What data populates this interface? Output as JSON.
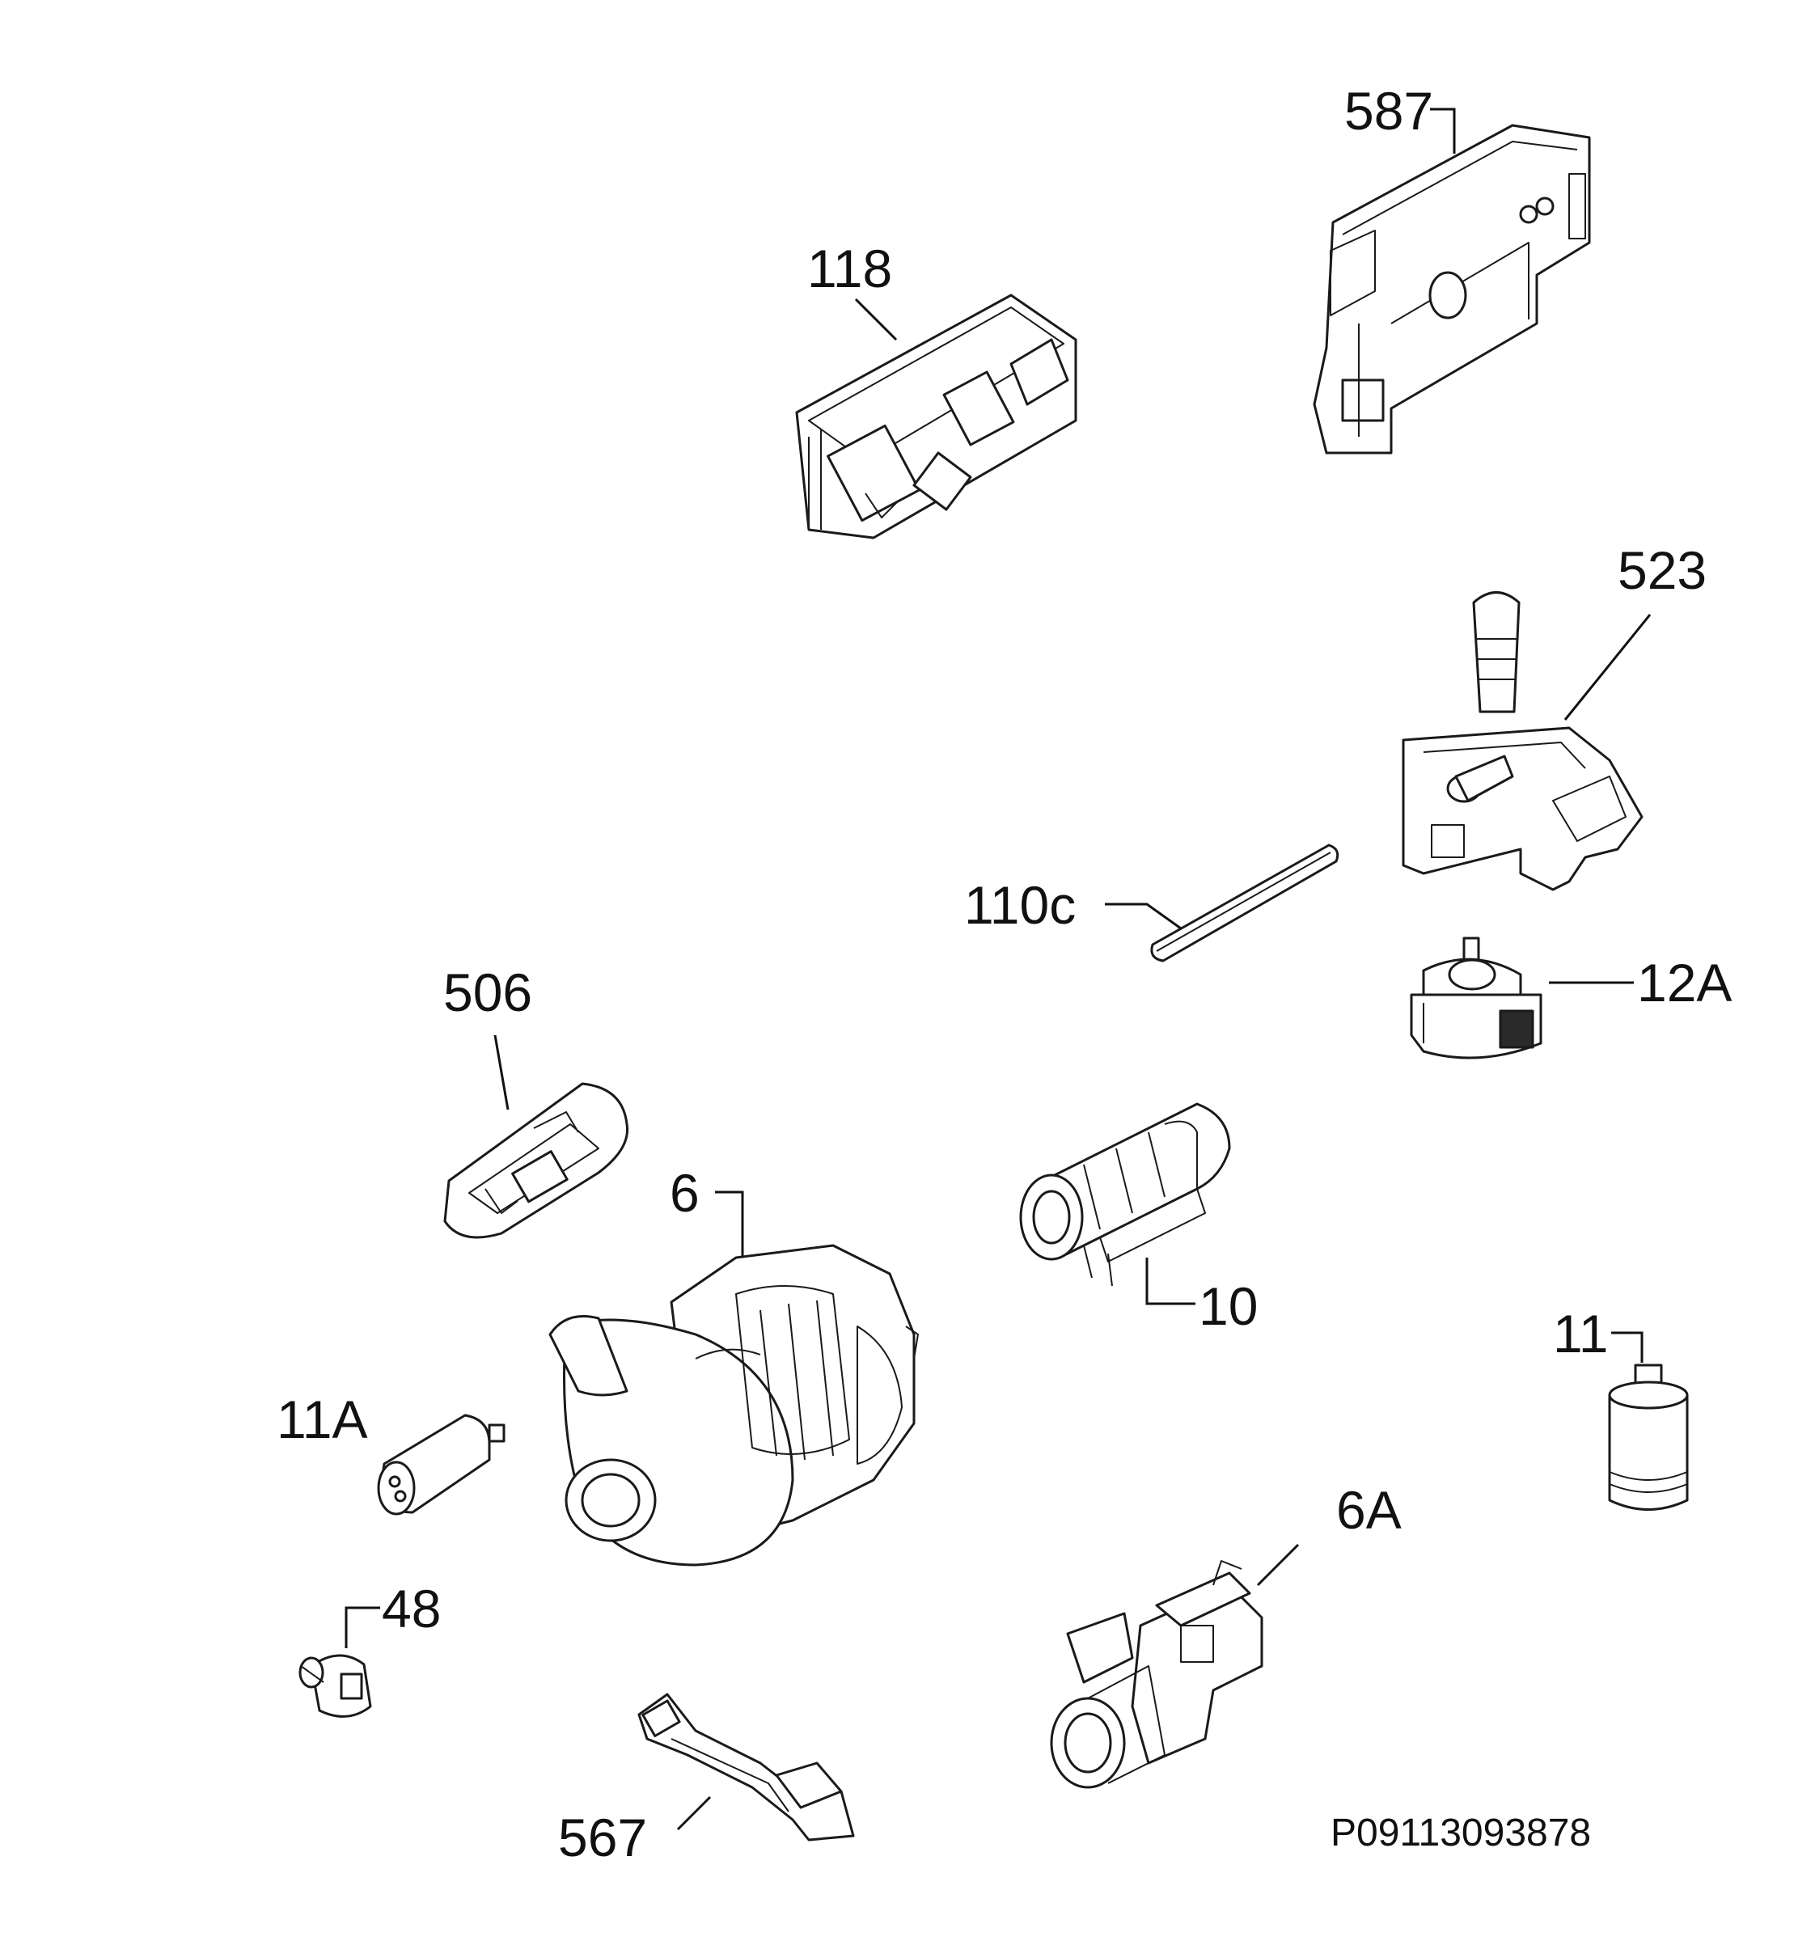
{
  "labels": {
    "l587": "587",
    "l118": "118",
    "l523": "523",
    "l110c": "110c",
    "l12a": "12A",
    "l506": "506",
    "l6": "6",
    "l10": "10",
    "l11": "11",
    "l11a": "11A",
    "l6a": "6A",
    "l48": "48",
    "l567": "567"
  },
  "reference_code": "P09113093878"
}
